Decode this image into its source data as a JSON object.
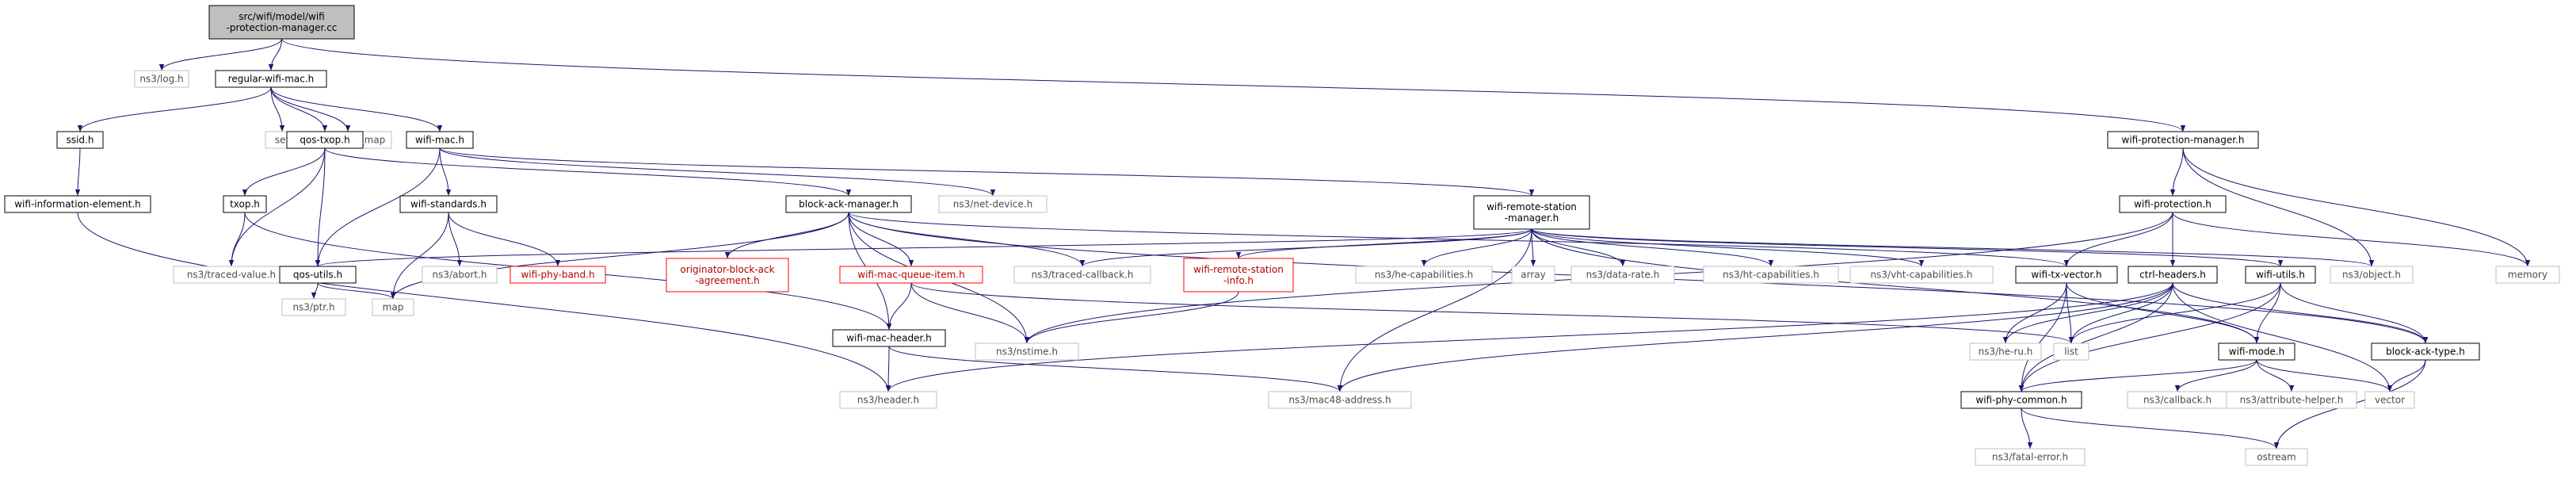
{
  "graph": {
    "nodes": [
      {
        "id": "root",
        "label": [
          "src/wifi/model/wifi",
          "-protection-manager.cc"
        ],
        "kind": "root"
      },
      {
        "id": "ns3log",
        "label": [
          "ns3/log.h"
        ],
        "kind": "external"
      },
      {
        "id": "regular-wifi-mac",
        "label": [
          "regular-wifi-mac.h"
        ],
        "kind": "file"
      },
      {
        "id": "wifi-protection-manager",
        "label": [
          "wifi-protection-manager.h"
        ],
        "kind": "file"
      },
      {
        "id": "ssid",
        "label": [
          "ssid.h"
        ],
        "kind": "file"
      },
      {
        "id": "set",
        "label": [
          "set"
        ],
        "kind": "external"
      },
      {
        "id": "unordered_map",
        "label": [
          "unordered_map"
        ],
        "kind": "external"
      },
      {
        "id": "qos-txop",
        "label": [
          "qos-txop.h"
        ],
        "kind": "file"
      },
      {
        "id": "wifi-mac",
        "label": [
          "wifi-mac.h"
        ],
        "kind": "file"
      },
      {
        "id": "wifi-information-element",
        "label": [
          "wifi-information-element.h"
        ],
        "kind": "file"
      },
      {
        "id": "txop",
        "label": [
          "txop.h"
        ],
        "kind": "file"
      },
      {
        "id": "wifi-standards",
        "label": [
          "wifi-standards.h"
        ],
        "kind": "file"
      },
      {
        "id": "block-ack-manager",
        "label": [
          "block-ack-manager.h"
        ],
        "kind": "file"
      },
      {
        "id": "net-device",
        "label": [
          "ns3/net-device.h"
        ],
        "kind": "external"
      },
      {
        "id": "wifi-remote-station-manager",
        "label": [
          "wifi-remote-station",
          "-manager.h"
        ],
        "kind": "file"
      },
      {
        "id": "wifi-protection",
        "label": [
          "wifi-protection.h"
        ],
        "kind": "file"
      },
      {
        "id": "memory",
        "label": [
          "memory"
        ],
        "kind": "external"
      },
      {
        "id": "traced-value",
        "label": [
          "ns3/traced-value.h"
        ],
        "kind": "external"
      },
      {
        "id": "qos-utils",
        "label": [
          "qos-utils.h"
        ],
        "kind": "file"
      },
      {
        "id": "abort",
        "label": [
          "ns3/abort.h"
        ],
        "kind": "external"
      },
      {
        "id": "wifi-phy-band",
        "label": [
          "wifi-phy-band.h"
        ],
        "kind": "missing"
      },
      {
        "id": "originator-block-ack-agreement",
        "label": [
          "originator-block-ack",
          "-agreement.h"
        ],
        "kind": "missing"
      },
      {
        "id": "wifi-mac-queue-item",
        "label": [
          "wifi-mac-queue-item.h"
        ],
        "kind": "missing"
      },
      {
        "id": "traced-callback",
        "label": [
          "ns3/traced-callback.h"
        ],
        "kind": "external"
      },
      {
        "id": "wifi-remote-station-info",
        "label": [
          "wifi-remote-station",
          "-info.h"
        ],
        "kind": "missing"
      },
      {
        "id": "he-capabilities",
        "label": [
          "ns3/he-capabilities.h"
        ],
        "kind": "external"
      },
      {
        "id": "array",
        "label": [
          "array"
        ],
        "kind": "external"
      },
      {
        "id": "data-rate",
        "label": [
          "ns3/data-rate.h"
        ],
        "kind": "external"
      },
      {
        "id": "ht-capabilities",
        "label": [
          "ns3/ht-capabilities.h"
        ],
        "kind": "external"
      },
      {
        "id": "vht-capabilities",
        "label": [
          "ns3/vht-capabilities.h"
        ],
        "kind": "external"
      },
      {
        "id": "wifi-tx-vector",
        "label": [
          "wifi-tx-vector.h"
        ],
        "kind": "file"
      },
      {
        "id": "ctrl-headers",
        "label": [
          "ctrl-headers.h"
        ],
        "kind": "file"
      },
      {
        "id": "wifi-utils",
        "label": [
          "wifi-utils.h"
        ],
        "kind": "file"
      },
      {
        "id": "object",
        "label": [
          "ns3/object.h"
        ],
        "kind": "external"
      },
      {
        "id": "ptr",
        "label": [
          "ns3/ptr.h"
        ],
        "kind": "external"
      },
      {
        "id": "map",
        "label": [
          "map"
        ],
        "kind": "external"
      },
      {
        "id": "wifi-mac-header",
        "label": [
          "wifi-mac-header.h"
        ],
        "kind": "file"
      },
      {
        "id": "nstime",
        "label": [
          "ns3/nstime.h"
        ],
        "kind": "external"
      },
      {
        "id": "list",
        "label": [
          "list"
        ],
        "kind": "external"
      },
      {
        "id": "he-ru",
        "label": [
          "ns3/he-ru.h"
        ],
        "kind": "external"
      },
      {
        "id": "wifi-mode",
        "label": [
          "wifi-mode.h"
        ],
        "kind": "file"
      },
      {
        "id": "block-ack-type",
        "label": [
          "block-ack-type.h"
        ],
        "kind": "file"
      },
      {
        "id": "header",
        "label": [
          "ns3/header.h"
        ],
        "kind": "external"
      },
      {
        "id": "mac48-address",
        "label": [
          "ns3/mac48-address.h"
        ],
        "kind": "external"
      },
      {
        "id": "wifi-phy-common",
        "label": [
          "wifi-phy-common.h"
        ],
        "kind": "file"
      },
      {
        "id": "callback",
        "label": [
          "ns3/callback.h"
        ],
        "kind": "external"
      },
      {
        "id": "attribute-helper",
        "label": [
          "ns3/attribute-helper.h"
        ],
        "kind": "external"
      },
      {
        "id": "vector",
        "label": [
          "vector"
        ],
        "kind": "external"
      },
      {
        "id": "fatal-error",
        "label": [
          "ns3/fatal-error.h"
        ],
        "kind": "external"
      },
      {
        "id": "ostream",
        "label": [
          "ostream"
        ],
        "kind": "external"
      }
    ],
    "edges": [
      [
        "root",
        "ns3log"
      ],
      [
        "root",
        "regular-wifi-mac"
      ],
      [
        "root",
        "wifi-protection-manager"
      ],
      [
        "regular-wifi-mac",
        "ssid"
      ],
      [
        "regular-wifi-mac",
        "set"
      ],
      [
        "regular-wifi-mac",
        "unordered_map"
      ],
      [
        "regular-wifi-mac",
        "qos-txop"
      ],
      [
        "regular-wifi-mac",
        "wifi-mac"
      ],
      [
        "ssid",
        "wifi-information-element"
      ],
      [
        "wifi-information-element",
        "header"
      ],
      [
        "qos-txop",
        "txop"
      ],
      [
        "qos-txop",
        "traced-value"
      ],
      [
        "qos-txop",
        "qos-utils"
      ],
      [
        "qos-txop",
        "block-ack-manager"
      ],
      [
        "txop",
        "traced-value"
      ],
      [
        "txop",
        "wifi-mac-header"
      ],
      [
        "wifi-mac",
        "wifi-standards"
      ],
      [
        "wifi-mac",
        "net-device"
      ],
      [
        "wifi-mac",
        "wifi-remote-station-manager"
      ],
      [
        "wifi-mac",
        "qos-utils"
      ],
      [
        "wifi-standards",
        "abort"
      ],
      [
        "wifi-standards",
        "wifi-phy-band"
      ],
      [
        "wifi-standards",
        "map"
      ],
      [
        "qos-utils",
        "ptr"
      ],
      [
        "qos-utils",
        "map"
      ],
      [
        "block-ack-manager",
        "originator-block-ack-agreement"
      ],
      [
        "block-ack-manager",
        "wifi-mac-queue-item"
      ],
      [
        "block-ack-manager",
        "traced-callback"
      ],
      [
        "block-ack-manager",
        "wifi-mac-header"
      ],
      [
        "block-ack-manager",
        "nstime"
      ],
      [
        "block-ack-manager",
        "map"
      ],
      [
        "block-ack-manager",
        "wifi-tx-vector"
      ],
      [
        "block-ack-manager",
        "block-ack-type"
      ],
      [
        "wifi-mac-queue-item",
        "wifi-mac-header"
      ],
      [
        "wifi-mac-queue-item",
        "nstime"
      ],
      [
        "wifi-mac-queue-item",
        "list"
      ],
      [
        "wifi-mac-header",
        "header"
      ],
      [
        "wifi-mac-header",
        "mac48-address"
      ],
      [
        "wifi-remote-station-manager",
        "traced-callback"
      ],
      [
        "wifi-remote-station-manager",
        "wifi-remote-station-info"
      ],
      [
        "wifi-remote-station-manager",
        "he-capabilities"
      ],
      [
        "wifi-remote-station-manager",
        "array"
      ],
      [
        "wifi-remote-station-manager",
        "data-rate"
      ],
      [
        "wifi-remote-station-manager",
        "ht-capabilities"
      ],
      [
        "wifi-remote-station-manager",
        "vht-capabilities"
      ],
      [
        "wifi-remote-station-manager",
        "wifi-utils"
      ],
      [
        "wifi-remote-station-manager",
        "object"
      ],
      [
        "wifi-remote-station-manager",
        "mac48-address"
      ],
      [
        "wifi-remote-station-manager",
        "qos-utils"
      ],
      [
        "wifi-remote-station-manager",
        "wifi-mode"
      ],
      [
        "wifi-remote-station-info",
        "nstime"
      ],
      [
        "wifi-protection-manager",
        "wifi-protection"
      ],
      [
        "wifi-protection-manager",
        "object"
      ],
      [
        "wifi-protection-manager",
        "memory"
      ],
      [
        "wifi-protection",
        "wifi-tx-vector"
      ],
      [
        "wifi-protection",
        "ctrl-headers"
      ],
      [
        "wifi-protection",
        "nstime"
      ],
      [
        "wifi-protection",
        "memory"
      ],
      [
        "wifi-tx-vector",
        "list"
      ],
      [
        "wifi-tx-vector",
        "he-ru"
      ],
      [
        "wifi-tx-vector",
        "wifi-mode"
      ],
      [
        "wifi-tx-vector",
        "wifi-phy-common"
      ],
      [
        "ctrl-headers",
        "list"
      ],
      [
        "ctrl-headers",
        "he-ru"
      ],
      [
        "ctrl-headers",
        "header"
      ],
      [
        "ctrl-headers",
        "mac48-address"
      ],
      [
        "ctrl-headers",
        "block-ack-type"
      ],
      [
        "ctrl-headers",
        "wifi-phy-common"
      ],
      [
        "ctrl-headers",
        "vector"
      ],
      [
        "wifi-utils",
        "list"
      ],
      [
        "wifi-utils",
        "wifi-mode"
      ],
      [
        "wifi-utils",
        "block-ack-type"
      ],
      [
        "wifi-utils",
        "wifi-phy-common"
      ],
      [
        "wifi-mode",
        "wifi-phy-common"
      ],
      [
        "wifi-mode",
        "callback"
      ],
      [
        "wifi-mode",
        "attribute-helper"
      ],
      [
        "wifi-mode",
        "vector"
      ],
      [
        "block-ack-type",
        "vector"
      ],
      [
        "block-ack-type",
        "ostream"
      ],
      [
        "wifi-phy-common",
        "fatal-error"
      ],
      [
        "wifi-phy-common",
        "ostream"
      ]
    ]
  }
}
